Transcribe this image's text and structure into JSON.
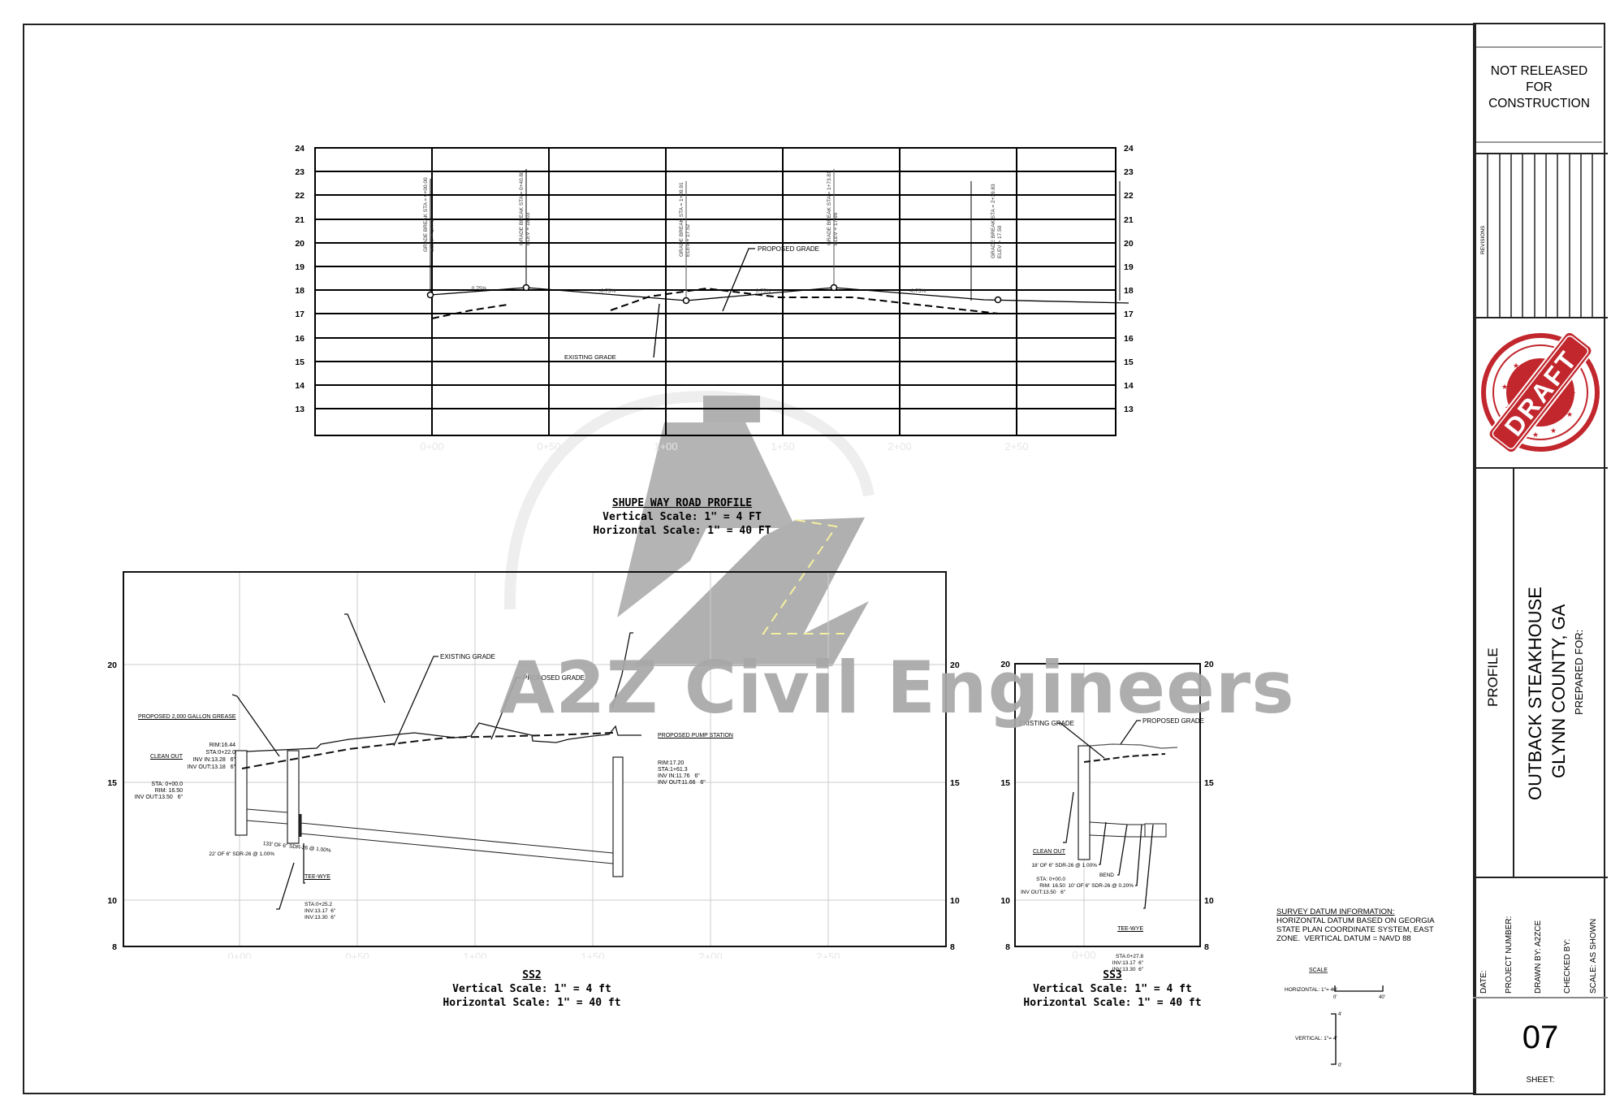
{
  "title_block": {
    "status": [
      "NOT RELEASED",
      "FOR",
      "CONSTRUCTION"
    ],
    "revisions_label": "REVISIONS",
    "stamp_text": "DRAFT",
    "stamp_color": "#c1272d",
    "sheet_title": "PROFILE",
    "project_name": "OUTBACK STEAKHOUSE",
    "project_location": "GLYNN COUNTY, GA",
    "prepared_for": "PREPARED FOR:",
    "date_label": "DATE:",
    "project_number_label": "PROJECT NUMBER:",
    "drawn_by_label": "DRAWN BY:  A2ZCE",
    "checked_by_label": "CHECKED BY:",
    "scale_label": "SCALE: AS SHOWN",
    "sheet_number": "07",
    "sheet_label": "SHEET:"
  },
  "watermark": {
    "text": "A2Z Civil Engineers",
    "color": "#a8a8a8",
    "road_dash_color": "#f5f0a0"
  },
  "road_profile": {
    "title": "SHUPE WAY ROAD PROFILE",
    "vertical_scale": "Vertical  Scale:  1\" = 4 FT",
    "horizontal_scale": "Horizontal  Scale:  1\" = 40 FT",
    "y_ticks": [
      "24",
      "23",
      "22",
      "21",
      "20",
      "19",
      "18",
      "17",
      "16",
      "15",
      "14",
      "13"
    ],
    "x_ticks": [
      "0+00",
      "0+50",
      "1+00",
      "1+50",
      "2+00",
      "2+50"
    ],
    "grade_breaks": [
      {
        "sta": "GRADE BREAK STA = 0+00.00",
        "elev": "ELEV = 17.73"
      },
      {
        "sta": "GRADE BREAK STA = 0+40.88",
        "elev": "ELEV = 18.03"
      },
      {
        "sta": "GRADE BREAK STA = 1+09.91",
        "elev": "ELEV = 17.52"
      },
      {
        "sta": "GRADE BREAK STA = 1+73.81",
        "elev": "ELEV = 17.99"
      },
      {
        "sta": "GRADE BREAK STA = 2+39.83",
        "elev": "ELEV = 17.50"
      }
    ],
    "slopes": [
      "0.75%",
      "-0.75%",
      "0.75%",
      "-0.75%"
    ],
    "labels": {
      "proposed": "PROPOSED GRADE",
      "existing": "EXISTING GRADE"
    }
  },
  "ss2": {
    "title": "SS2",
    "vertical_scale": "Vertical  Scale:  1\" = 4 ft",
    "horizontal_scale": "Horizontal  Scale:  1\" = 40 ft",
    "y_ticks": [
      "20",
      "15",
      "10",
      "8"
    ],
    "x_ticks": [
      "0+00",
      "0+50",
      "1+00",
      "1+50",
      "2+00",
      "2+50"
    ],
    "labels": {
      "existing": "EXISTING GRADE",
      "proposed": "PROPOSED GRADE",
      "grease_title": "PROPOSED 2,000 GALLON GREASE",
      "grease_lines": "RIM:16.44\nSTA:0+22.0\nINV IN:13.28   6\"\nINV OUT:13.18   6\"",
      "cleanout_title": "CLEAN OUT",
      "cleanout_lines": "STA: 0+00.0\nRIM: 16.50\nINV OUT:13.50   6\"",
      "pump_title": "PROPOSED PUMP STATION",
      "pump_lines": "RIM:17.20\nSTA:1+61.3\nINV IN:11.76   6\"\nINV OUT:11.66   6\"",
      "pipe1": "22' OF 6\" SDR-26 @ 1.00%",
      "pipe2": "133' OF 6\" SDR-26 @ 1.00%",
      "teewye_title": "TEE-WYE",
      "teewye_lines": "STA:0+25.2\nINV:13.17  6\"\nINV:13.30  6\""
    }
  },
  "ss3": {
    "title": "SS3",
    "vertical_scale": "Vertical  Scale:  1\" = 4 ft",
    "horizontal_scale": "Horizontal  Scale:  1\" = 40 ft",
    "y_ticks": [
      "20",
      "15",
      "10",
      "8"
    ],
    "x_ticks": [
      "0+00"
    ],
    "labels": {
      "existing": "EXISTING GRADE",
      "proposed": "PROPOSED GRADE",
      "cleanout_title": "CLEAN OUT",
      "cleanout_lines": "STA: 0+00.0\nRIM: 16.50\nINV OUT:13.50   6\"",
      "pipe1": "18' OF 6\" SDR-26 @ 1.00%",
      "bend": "BEND",
      "pipe2": "10' OF 6\" SDR-26 @ 0.20%",
      "teewye_title": "TEE-WYE",
      "teewye_lines": "STA:0+27.8\nINV:13.17  6\"\nINV:13.30  6\""
    }
  },
  "survey_datum": {
    "title": "SURVEY DATUM INFORMATION:",
    "body": "HORIZONTAL DATUM BASED ON GEORGIA\nSTATE PLAN COORDINATE SYSTEM, EAST\nZONE.  VERTICAL DATUM = NAVD 88"
  },
  "scale_legend": {
    "title": "SCALE",
    "horizontal": "HORIZONTAL: 1\"= 40'",
    "h_start": "0'",
    "h_end": "40'",
    "vertical": "VERTICAL: 1\"= 4'",
    "v_top": "4'",
    "v_bottom": "0'"
  }
}
